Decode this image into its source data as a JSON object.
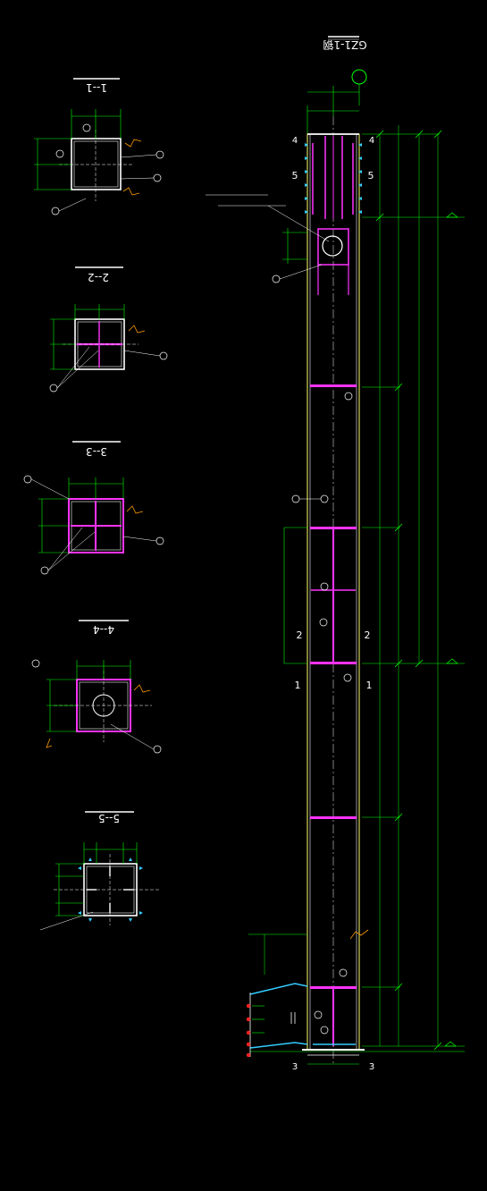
{
  "colors": {
    "background": "#000000",
    "steel": "#ffffff",
    "plate": "#ff33ff",
    "dimension": "#00ff00",
    "label": "#ffffff",
    "yellow": "#ffff66",
    "hatch": "#ff9900",
    "stiffener": "#33ccff",
    "bolt": "#ff2222"
  },
  "main": {
    "title": "GZ1-1钢"
  },
  "sections": [
    {
      "id": "s1",
      "title": "1--1"
    },
    {
      "id": "s2",
      "title": "2--2"
    },
    {
      "id": "s3",
      "title": "3--3"
    },
    {
      "id": "s4",
      "title": "4--4"
    },
    {
      "id": "s5",
      "title": "5--5"
    }
  ],
  "section_cut_labels": [
    "1",
    "2",
    "3",
    "4",
    "5"
  ]
}
